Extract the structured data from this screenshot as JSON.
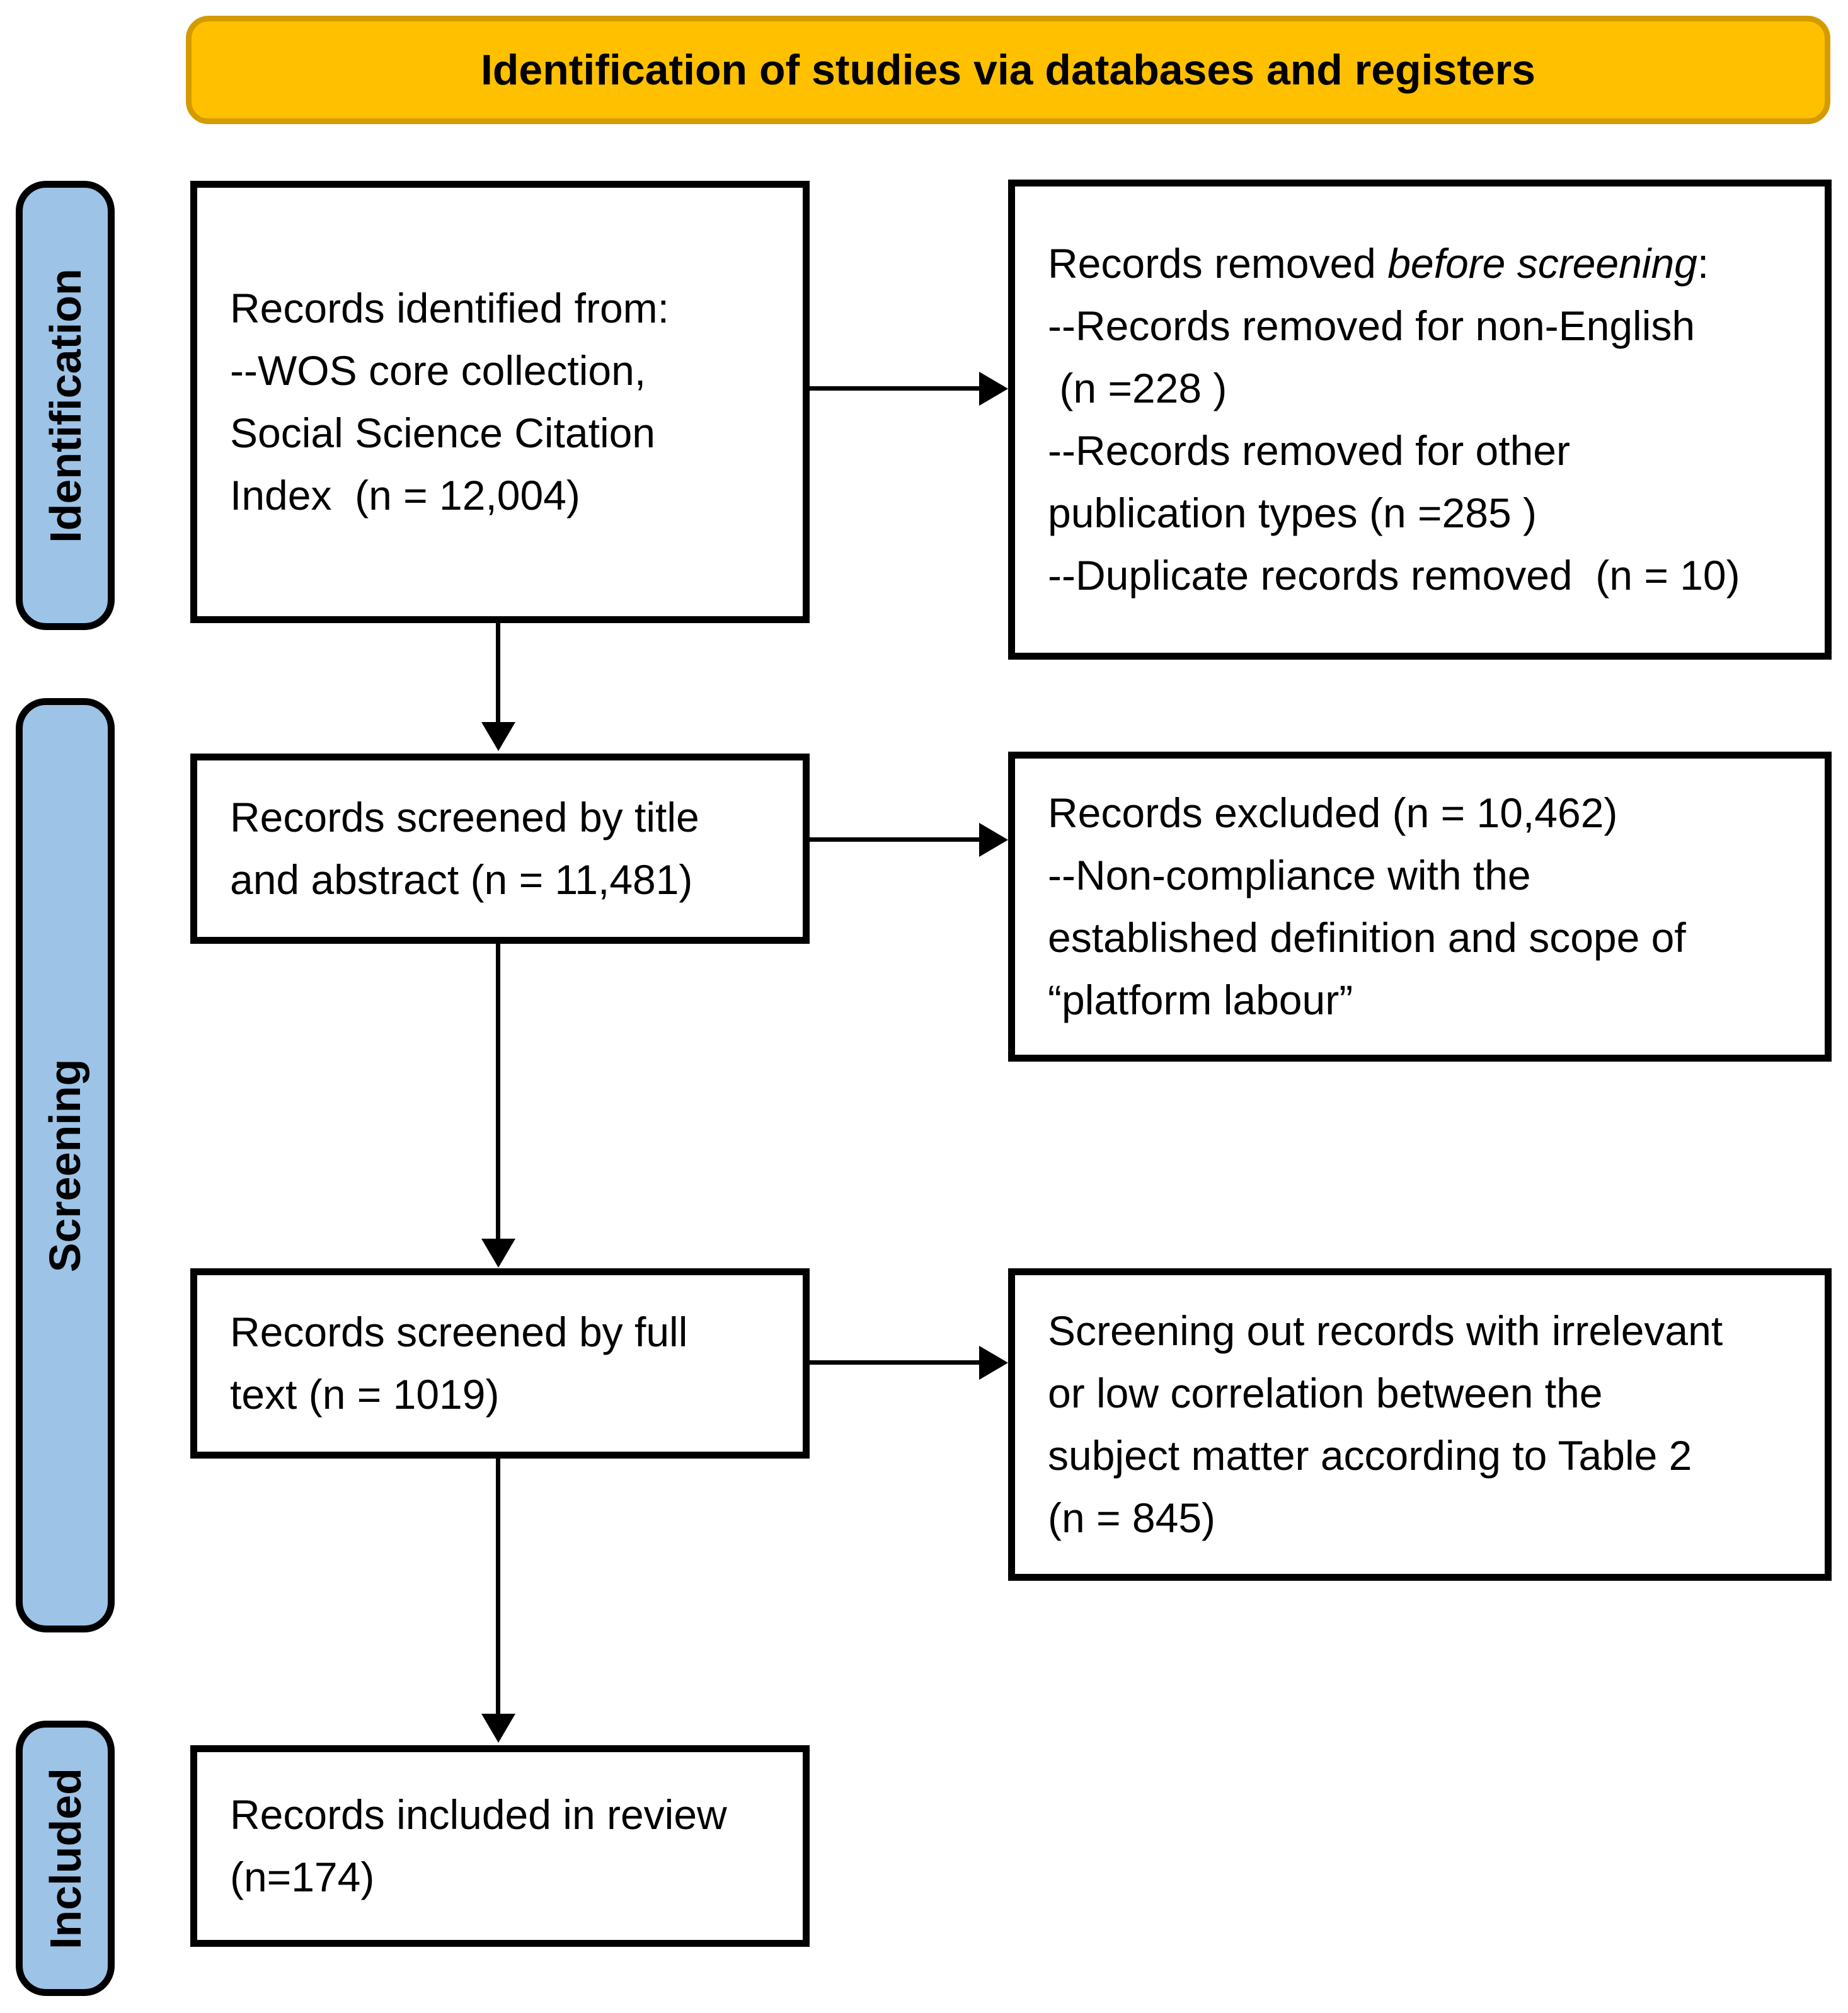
{
  "colors": {
    "header_fill": "#FFC000",
    "header_border": "#D49B00",
    "stage_fill": "#9DC3E6",
    "stage_border": "#000000",
    "box_fill": "#FFFFFF",
    "box_border": "#000000",
    "arrow": "#000000",
    "text": "#000000"
  },
  "header": {
    "title": "Identification of studies via databases and registers"
  },
  "stages": [
    {
      "id": "identification",
      "label": "Identification"
    },
    {
      "id": "screening",
      "label": "Screening"
    },
    {
      "id": "included",
      "label": "Included"
    }
  ],
  "boxes": {
    "identified": {
      "lines": [
        "Records identified from:",
        "--WOS core collection,",
        "Social Science Citation",
        "Index  (n = 12,004)"
      ]
    },
    "removed_before_screening": {
      "lines": [
        [
          {
            "t": "Records removed "
          },
          {
            "t": "before screening",
            "i": true
          },
          {
            "t": ":"
          }
        ],
        "--Records removed for non-English",
        " (n =228 )",
        "--Records removed for other",
        "publication types (n =285 )",
        "--Duplicate records removed  (n = 10)"
      ]
    },
    "screened_title_abstract": {
      "lines": [
        "Records screened by title",
        "and abstract (n = 11,481)"
      ]
    },
    "excluded": {
      "lines": [
        "Records excluded (n = 10,462)",
        "--Non-compliance with the",
        "established definition and scope of",
        "“platform labour”"
      ]
    },
    "screened_full_text": {
      "lines": [
        "Records screened by full",
        "text (n = 1019)"
      ]
    },
    "screened_out": {
      "lines": [
        "Screening out records with irrelevant",
        "or low correlation between the",
        "subject matter according to Table 2",
        "(n = 845)"
      ]
    },
    "included_review": {
      "lines": [
        "Records included in review",
        "(n=174)"
      ]
    }
  }
}
